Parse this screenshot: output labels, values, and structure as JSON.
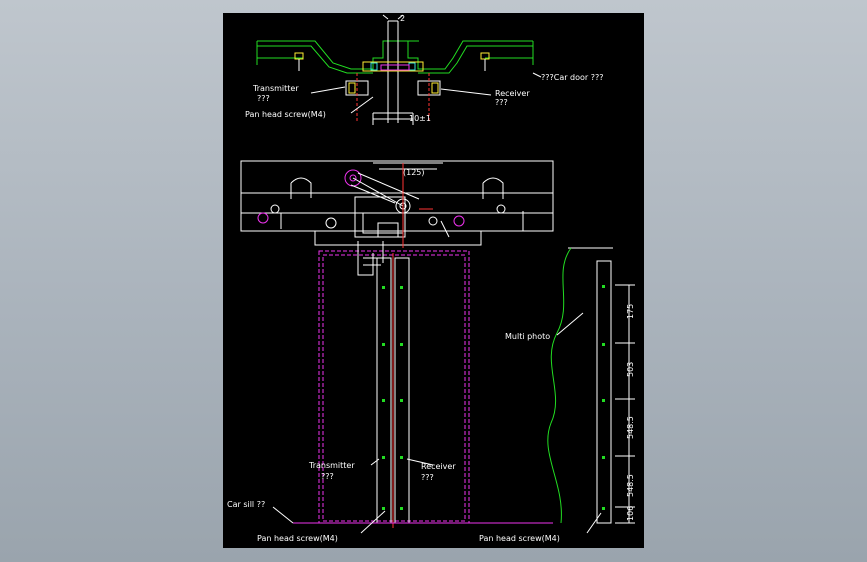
{
  "labels": {
    "gap_dim": "2",
    "car_door": "???Car door ???",
    "transmitter_top": "Transmitter",
    "transmitter_top_q": "???",
    "receiver_top": "Receiver",
    "receiver_top_q": "???",
    "pan_screw_top": "Pan head screw(M4)",
    "gap_tolerance": "10±1",
    "top_dim": "(125)",
    "multi_photo": "Multi photo",
    "transmitter_bottom": "Transmitter",
    "transmitter_bottom_q": "???",
    "receiver_bottom": "Receiver",
    "receiver_bottom_q": "???",
    "car_sill": "Car sill ??",
    "pan_screw_left": "Pan head screw(M4)",
    "pan_screw_right": "Pan head screw(M4)"
  },
  "dimensions": [
    "175",
    "503",
    "548.5",
    "548.5",
    "106"
  ],
  "colors": {
    "background": "#000000",
    "outline": "#ffffff",
    "green": "#22dd22",
    "magenta": "#ee33ee",
    "red": "#ff3333",
    "yellow": "#ffee33",
    "cyan": "#33dddd"
  }
}
